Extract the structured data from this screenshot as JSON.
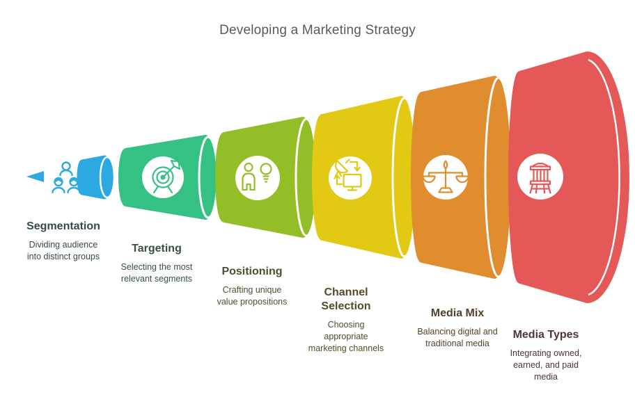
{
  "title": "Developing a Marketing Strategy",
  "title_color": "#58595B",
  "stages": [
    {
      "name": "Segmentation",
      "description": "Dividing audience into distinct groups",
      "desc_lines": [
        "Dividing audience",
        "into distinct groups"
      ],
      "color": "#2BA9E0",
      "text_color": "#37474F",
      "icon": "audience-icon"
    },
    {
      "name": "Targeting",
      "description": "Selecting the most relevant segments",
      "desc_lines": [
        "Selecting the most",
        "relevant segments"
      ],
      "color": "#35C184",
      "text_color": "#37503E",
      "icon": "target-dart-icon"
    },
    {
      "name": "Positioning",
      "description": "Crafting unique value propositions",
      "desc_lines": [
        "Crafting unique",
        "value propositions"
      ],
      "color": "#94BE27",
      "text_color": "#49502E",
      "icon": "person-lightbulb-icon"
    },
    {
      "name": "Channel Selection",
      "description": "Choosing appropriate marketing channels",
      "desc_lines": [
        "Choosing",
        "appropriate",
        "marketing channels"
      ],
      "color": "#E1C914",
      "text_color": "#534C28",
      "icon": "satellite-monitor-icon"
    },
    {
      "name": "Media Mix",
      "description": "Balancing digital and traditional media",
      "desc_lines": [
        "Balancing digital and",
        "traditional media"
      ],
      "color": "#DF8D2E",
      "text_color": "#53412B",
      "icon": "balance-scale-icon"
    },
    {
      "name": "Media Types",
      "description": "Integrating owned, earned, and paid media",
      "desc_lines": [
        "Integrating owned,",
        "earned, and paid",
        "media"
      ],
      "color": "#E45957",
      "text_color": "#513534",
      "icon": "podium-icon"
    }
  ]
}
